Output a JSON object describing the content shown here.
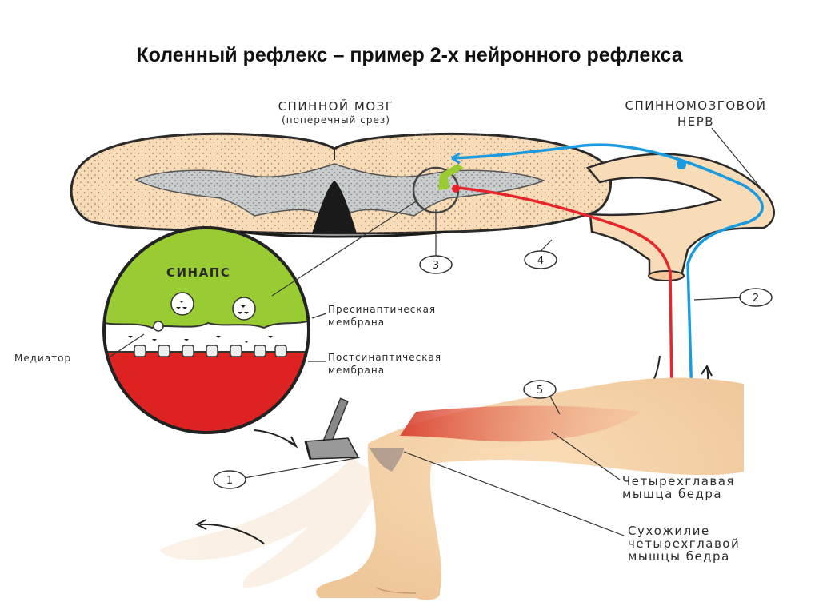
{
  "title": "Коленный рефлекс – пример 2-х нейронного рефлекса",
  "labels": {
    "spinal_cord": "СПИННОЙ МОЗГ",
    "spinal_cord_sub": "(поперечный срез)",
    "spinal_nerve_1": "СПИННОМОЗГОВОЙ",
    "spinal_nerve_2": "НЕРВ",
    "synapse": "СИНАПС",
    "presynaptic_1": "Пресинаптическая",
    "presynaptic_2": "мембрана",
    "postsynaptic_1": "Постсинаптическая",
    "postsynaptic_2": "мембрана",
    "mediator": "Медиатор",
    "quadriceps_1": "Четырехглавая",
    "quadriceps_2": "мышца бедра",
    "tendon_1": "Сухожилие",
    "tendon_2": "четырехглавой",
    "tendon_3": "мышцы бедра"
  },
  "numbers": [
    "1",
    "2",
    "3",
    "4",
    "5"
  ],
  "colors": {
    "sensory": "#1a9be0",
    "motor": "#e8252a",
    "tissue": "#f8dcb8",
    "gray_matter": "#c8cccc",
    "presynaptic": "#99cc33",
    "postsynaptic": "#dd2222"
  },
  "icons": [
    "reflex-hammer-icon",
    "tap-arrow-icon",
    "kick-arrow-icon",
    "signal-arrow-icon"
  ]
}
